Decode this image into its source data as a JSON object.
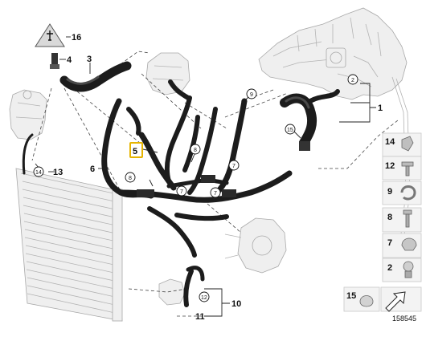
{
  "parts": {
    "p1": "1",
    "p2": "2",
    "p3": "3",
    "p4": "4",
    "p5": "5",
    "p6": "6",
    "p7": "7",
    "p8": "8",
    "p9": "9",
    "p10": "10",
    "p11": "11",
    "p12": "12",
    "p13": "13",
    "p14": "14",
    "p15": "15",
    "p16": "16"
  },
  "highlighted_part": "5",
  "colors": {
    "highlight": "#e6b400",
    "hose": "#1c1c1c",
    "ghost": "#efefef"
  },
  "legend": [
    "14",
    "12",
    "9",
    "8",
    "7",
    "2"
  ],
  "legend_bottom": "15",
  "reference_number": "158545"
}
